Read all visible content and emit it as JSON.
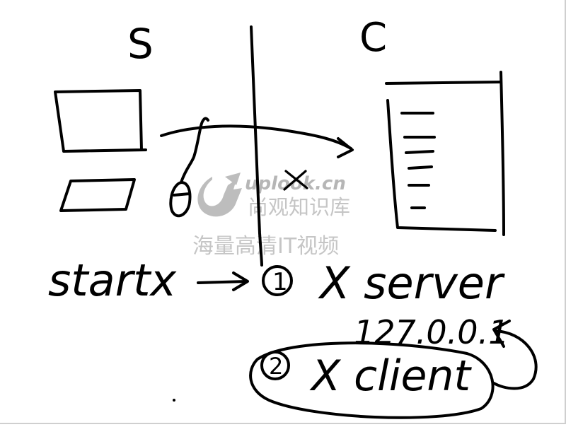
{
  "labels": {
    "server_side": "S",
    "client_side": "C",
    "startx": "startx",
    "arrow": "→",
    "step1_num": "1",
    "step1_text": "X server",
    "address": "127.0.0.1",
    "step2_num": "2",
    "step2_text": "X client"
  },
  "watermark": {
    "logo": "uplook.cn",
    "line1": "尚观知识库",
    "line2": "海量高清IT视频"
  },
  "colors": {
    "ink": "#000000",
    "background": "#ffffff",
    "watermark": "#8c8c8c"
  }
}
